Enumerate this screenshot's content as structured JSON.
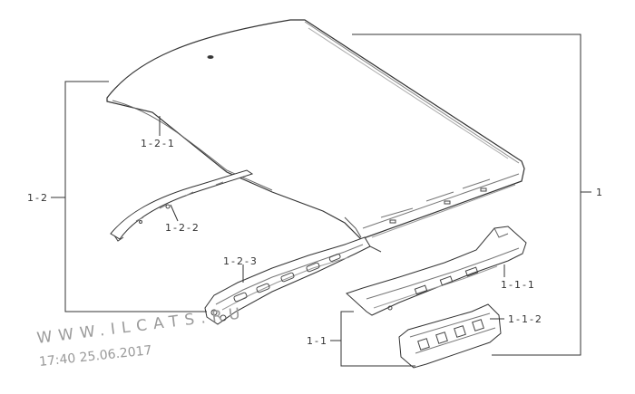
{
  "labels": {
    "assembly": "1",
    "roof_panel_group": "1-2",
    "roof_panel": "1-2-1",
    "side_rail": "1-2-2",
    "front_header": "1-2-3",
    "rear_group": "1-1",
    "rear_crossmember": "1-1-1",
    "rear_bracket": "1-1-2"
  },
  "watermark": {
    "site": "WWW.ILCATS.RU",
    "timestamp": "17:40 25.06.2017"
  }
}
